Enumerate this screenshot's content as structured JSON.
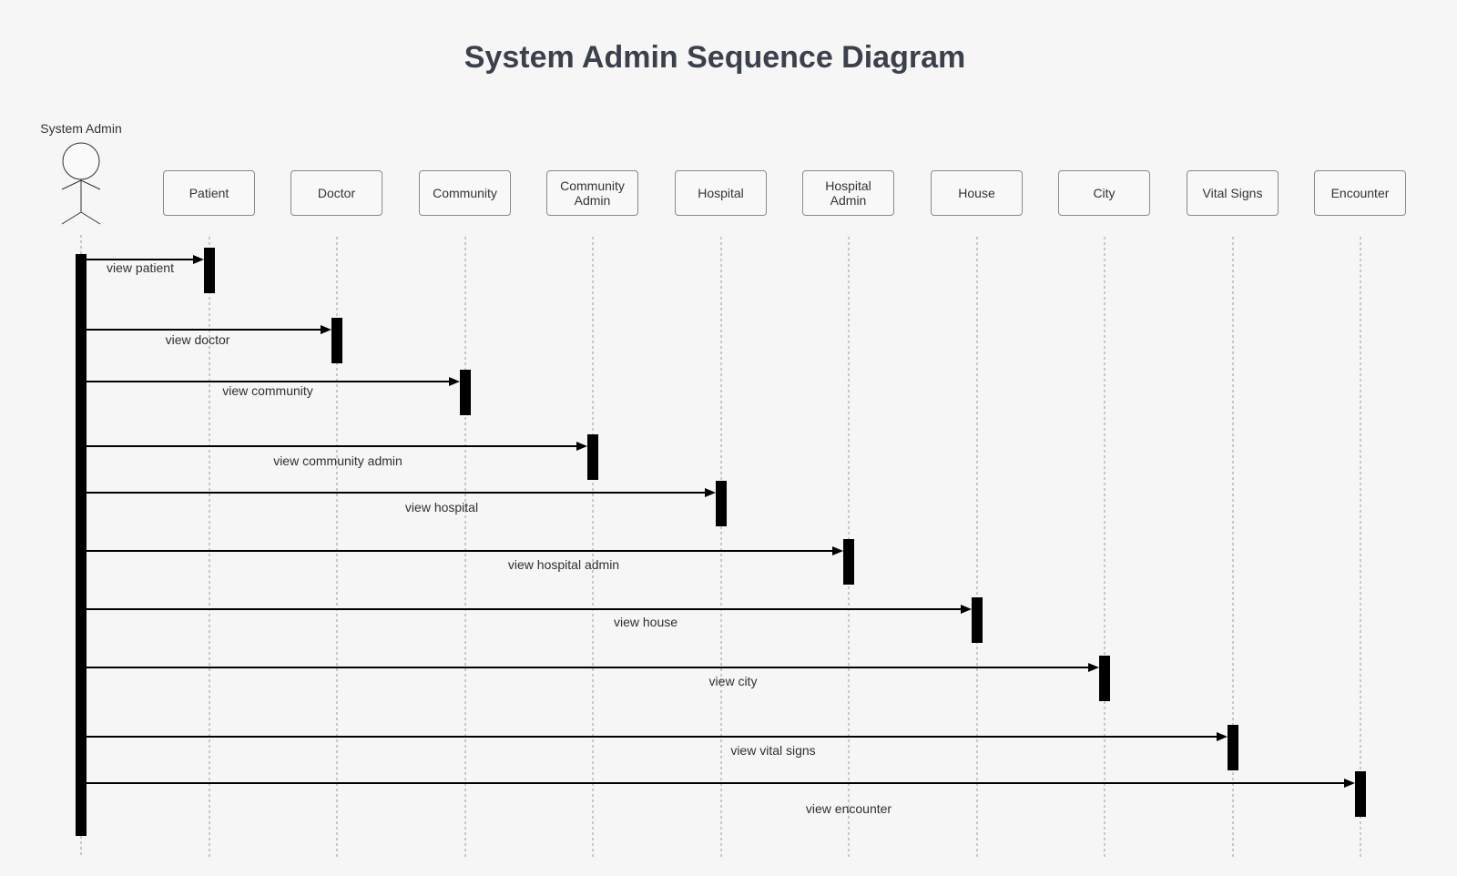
{
  "title": "System Admin Sequence Diagram",
  "actor": {
    "label": "System Admin",
    "icon": "stick-figure-icon"
  },
  "participants": [
    {
      "id": "patient",
      "label": "Patient"
    },
    {
      "id": "doctor",
      "label": "Doctor"
    },
    {
      "id": "community",
      "label": "Community"
    },
    {
      "id": "community-admin",
      "label": "Community\nAdmin"
    },
    {
      "id": "hospital",
      "label": "Hospital"
    },
    {
      "id": "hospital-admin",
      "label": "Hospital\nAdmin"
    },
    {
      "id": "house",
      "label": "House"
    },
    {
      "id": "city",
      "label": "City"
    },
    {
      "id": "vital-signs",
      "label": "Vital Signs"
    },
    {
      "id": "encounter",
      "label": "Encounter"
    }
  ],
  "messages": [
    {
      "from": "System Admin",
      "to": "Patient",
      "label": "view patient"
    },
    {
      "from": "System Admin",
      "to": "Doctor",
      "label": "view doctor"
    },
    {
      "from": "System Admin",
      "to": "Community",
      "label": "view community"
    },
    {
      "from": "System Admin",
      "to": "Community Admin",
      "label": "view community admin"
    },
    {
      "from": "System Admin",
      "to": "Hospital",
      "label": "view hospital"
    },
    {
      "from": "System Admin",
      "to": "Hospital Admin",
      "label": "view hospital admin"
    },
    {
      "from": "System Admin",
      "to": "House",
      "label": "view house"
    },
    {
      "from": "System Admin",
      "to": "City",
      "label": "view city"
    },
    {
      "from": "System Admin",
      "to": "Vital Signs",
      "label": "view vital signs"
    },
    {
      "from": "System Admin",
      "to": "Encounter",
      "label": "view encounter"
    }
  ],
  "colors": {
    "background": "#f6f6f6",
    "title": "#3b414c",
    "line": "#000000",
    "lifeline": "#9a9a9a"
  }
}
